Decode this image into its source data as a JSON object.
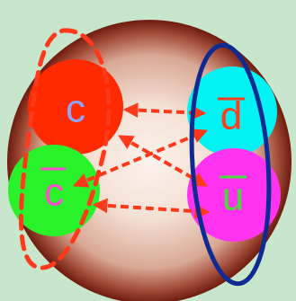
{
  "colors": {
    "background": "#c8e6cc",
    "sphere_center": "#fbf3ec",
    "sphere_mid": "#d9a894",
    "sphere_edge": "#6e1b0f",
    "c_quark_fill": "#ff2a00",
    "c_quark_text": "#8ea4ff",
    "cbar_quark_fill": "#2af22a",
    "cbar_quark_text": "#ff4cd1",
    "dbar_quark_fill": "#00f2f2",
    "dbar_quark_text": "#ff3d1c",
    "ubar_quark_fill": "#ff33f0",
    "ubar_quark_text": "#4dd93d",
    "arrow_color": "#ff3a1a",
    "dashed_ellipse": "#ff3a1a",
    "solid_ellipse": "#0f2a90"
  },
  "quarks": {
    "c": {
      "label": "c"
    },
    "cbar": {
      "label": "c"
    },
    "dbar": {
      "label": "d"
    },
    "ubar": {
      "label": "u"
    }
  },
  "groupings": {
    "left": {
      "style": "dashed"
    },
    "right": {
      "style": "solid"
    }
  },
  "links": [
    {
      "from": "c",
      "to": "dbar",
      "style": "dashed",
      "ends": "both"
    },
    {
      "from": "c",
      "to": "ubar",
      "style": "dashed",
      "ends": "both"
    },
    {
      "from": "cbar",
      "to": "dbar",
      "style": "dashed",
      "ends": "both"
    },
    {
      "from": "cbar",
      "to": "ubar",
      "style": "dashed",
      "ends": "both"
    }
  ]
}
